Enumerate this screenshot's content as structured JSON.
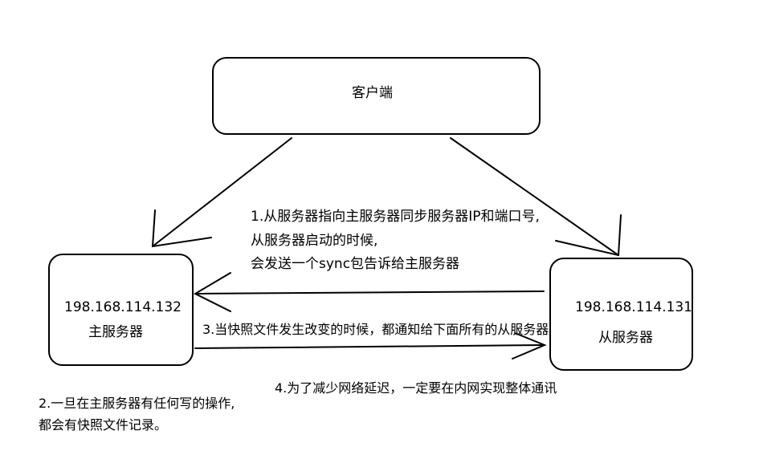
{
  "client": {
    "label": "客户端"
  },
  "master": {
    "ip": "198.168.114.132",
    "label": "主服务器"
  },
  "slave": {
    "ip": "198.168.114.131",
    "label": "从服务器"
  },
  "notes": {
    "note1": [
      "1.从服务器指向主服务器同步服务器IP和端口号,",
      "从服务器启动的时候,",
      "会发送一个sync包告诉给主服务器"
    ],
    "note2": [
      "2.一旦在主服务器有任何写的操作,",
      "都会有快照文件记录。"
    ],
    "note3": "3.当快照文件发生改变的时候，都通知给下面所有的从服务器",
    "note4": "4.为了减少网络延迟，一定要在内网实现整体通讯"
  }
}
